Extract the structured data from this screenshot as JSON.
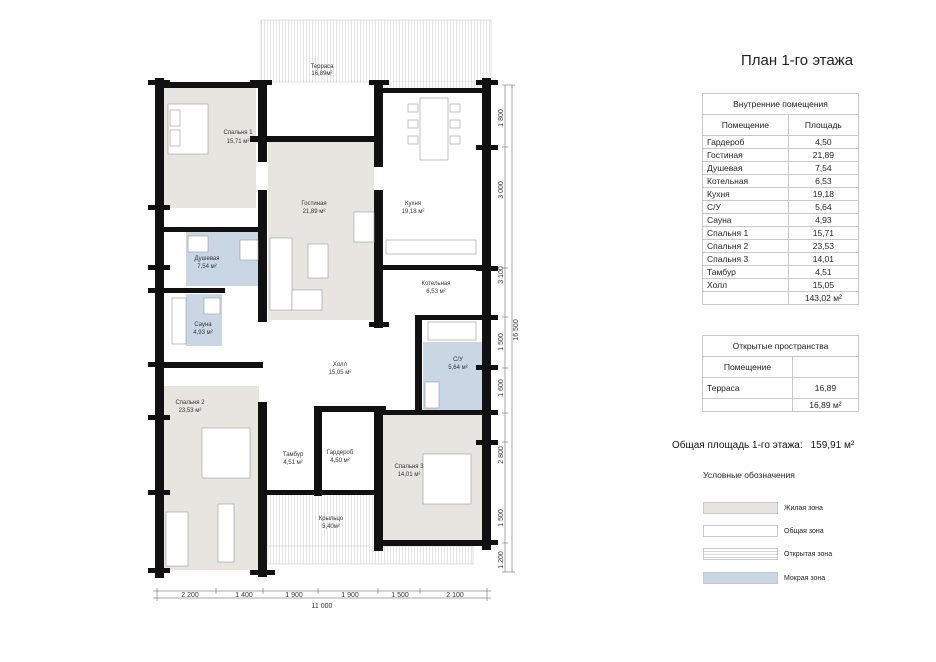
{
  "title": "План 1-го этажа",
  "colors": {
    "living": "#e8e5e0",
    "common": "#ffffff",
    "open": "#f0f0f0",
    "wet": "#c9d6e4",
    "wall": "#111111"
  },
  "rooms": {
    "terrace": {
      "name": "Терраса",
      "area": "16,89м²"
    },
    "bedroom1": {
      "name": "Спальня 1",
      "area": "15,71 м²"
    },
    "living": {
      "name": "Гостиная",
      "area": "21,89 м²"
    },
    "kitchen": {
      "name": "Кухня",
      "area": "19,18 м²"
    },
    "shower": {
      "name": "Душевая",
      "area": "7,54 м²"
    },
    "boiler": {
      "name": "Котельная",
      "area": "6,53 м²"
    },
    "sauna": {
      "name": "Сауна",
      "area": "4,93 м²"
    },
    "hall": {
      "name": "Холл",
      "area": "15,05 м²"
    },
    "wc": {
      "name": "С/У",
      "area": "5,64 м²"
    },
    "bedroom2": {
      "name": "Спальня 2",
      "area": "23,53 м²"
    },
    "vestibule": {
      "name": "Тамбур",
      "area": "4,51 м²"
    },
    "wardrobe": {
      "name": "Гардероб",
      "area": "4,50 м²"
    },
    "bedroom3": {
      "name": "Спальня 3",
      "area": "14,01 м²"
    },
    "porch": {
      "name": "Крыльцо",
      "area": "5,40м²"
    }
  },
  "dimensions": {
    "bottom": [
      "2 200",
      "1 400",
      "1 900",
      "1 900",
      "1 500",
      "2 100"
    ],
    "bottom_total": "11 000",
    "right": [
      "1 800",
      "3 000",
      "3 100",
      "1 500",
      "1 600",
      "2 800",
      "1 500",
      "1 200"
    ],
    "right_total": "16 500"
  },
  "interior_table": {
    "caption": "Внутренние помещения",
    "headers": [
      "Помещение",
      "Площадь"
    ],
    "rows": [
      [
        "Гардероб",
        "4,50"
      ],
      [
        "Гостиная",
        "21,89"
      ],
      [
        "Душевая",
        "7,54"
      ],
      [
        "Котельная",
        "6,53"
      ],
      [
        "Кухня",
        "19,18"
      ],
      [
        "С/У",
        "5,64"
      ],
      [
        "Сауна",
        "4,93"
      ],
      [
        "Спальня 1",
        "15,71"
      ],
      [
        "Спальня 2",
        "23,53"
      ],
      [
        "Спальня 3",
        "14,01"
      ],
      [
        "Тамбур",
        "4,51"
      ],
      [
        "Холл",
        "15,05"
      ]
    ],
    "total": "143,02 м²"
  },
  "open_table": {
    "caption": "Открытые пространства",
    "header": "Помещение",
    "rows": [
      [
        "Терраса",
        "16,89"
      ]
    ],
    "total": "16,89 м²"
  },
  "total_area": {
    "label": "Общая площадь 1-го этажа:",
    "value": "159,91 м²"
  },
  "legend": {
    "title": "Условные обозначения",
    "items": [
      {
        "label": "Жилая зона",
        "color": "#e8e5e0"
      },
      {
        "label": "Общая зона",
        "color": "#ffffff"
      },
      {
        "label": "Открытая зона",
        "color": "#f0f0f0"
      },
      {
        "label": "Мокрая зона",
        "color": "#c9d6e4"
      }
    ]
  }
}
